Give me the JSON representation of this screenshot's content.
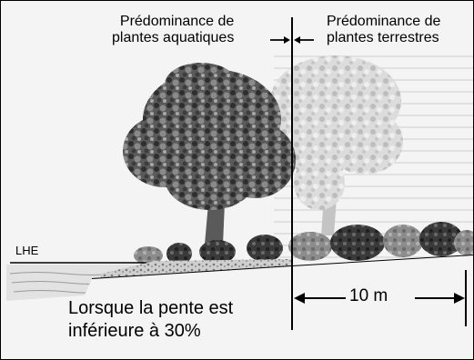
{
  "labels": {
    "aquatic_line1": "Prédominance de",
    "aquatic_line2": "plantes aquatiques",
    "terrestrial_line1": "Prédominance de",
    "terrestrial_line2": "plantes terrestres",
    "water_mark": "LHE",
    "distance": "10 m",
    "note_line1": "Lorsque la pente est",
    "note_line2": "inférieure à 30%"
  },
  "colors": {
    "background": "#f4f4f4",
    "ink": "#000000",
    "tree_dark": "#4a4a4a",
    "tree_light": "#c8c8c8",
    "ground_line": "#000000"
  }
}
